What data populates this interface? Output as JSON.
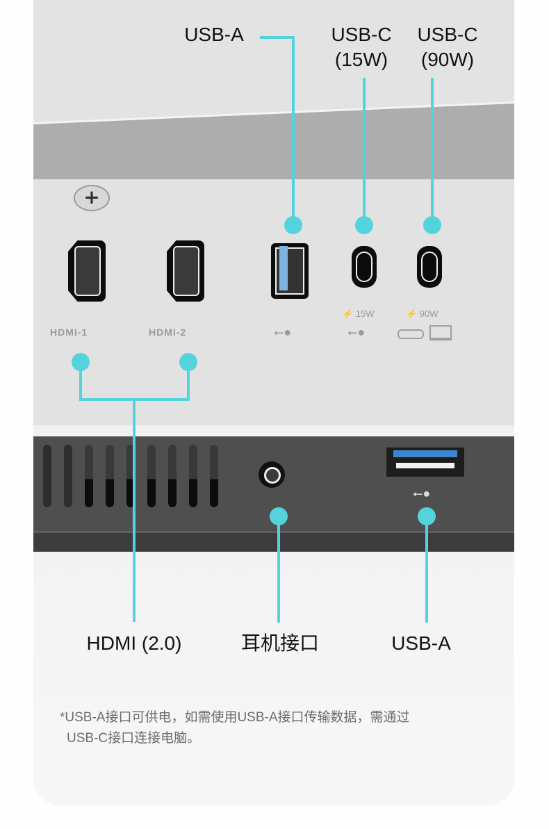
{
  "top_labels": {
    "usb_a": "USB-A",
    "usb_c_15w": {
      "line1": "USB-C",
      "line2": "(15W)"
    },
    "usb_c_90w": {
      "line1": "USB-C",
      "line2": "(90W)"
    }
  },
  "port_markings": {
    "hdmi_1": "HDMI-1",
    "hdmi_2": "HDMI-2",
    "usb_a_icon": "⭠⬡",
    "power_15w": "⚡ 15W",
    "power_90w": "⚡ 90W"
  },
  "bottom_labels": {
    "hdmi": "HDMI (2.0)",
    "headphone": "耳机接口",
    "usb_a": "USB-A"
  },
  "footnote": {
    "line1": "*USB-A接口可供电，如需使用USB-A接口传输数据，需通过",
    "line2": "USB-C接口连接电脑。"
  },
  "colors": {
    "accent": "#55d3dc",
    "panel_light": "#e2e2e2",
    "panel_dark": "#4f4f50"
  }
}
